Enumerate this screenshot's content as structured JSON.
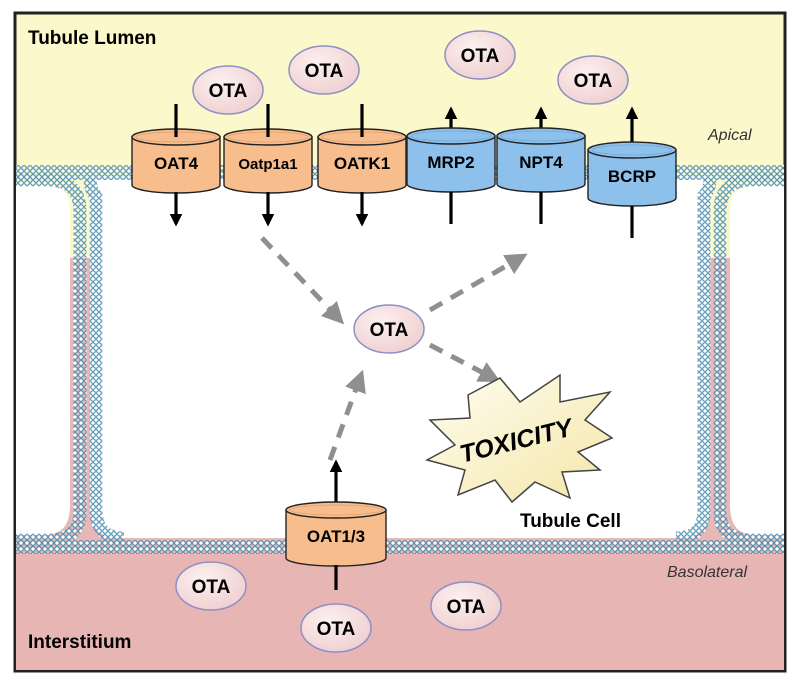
{
  "regions": {
    "lumen_label": "Tubule Lumen",
    "interstitium_label": "Interstitium",
    "cell_label": "Tubule Cell",
    "apical_label": "Apical",
    "basolateral_label": "Basolateral"
  },
  "molecule_label": "OTA",
  "toxicity_label": "TOXICITY",
  "uptake_transporters": [
    {
      "id": "oat4",
      "label": "OAT4"
    },
    {
      "id": "oatp1a1",
      "label": "Oatp1a1"
    },
    {
      "id": "oatk1",
      "label": "OATK1"
    }
  ],
  "efflux_transporters": [
    {
      "id": "mrp2",
      "label": "MRP2"
    },
    {
      "id": "npt4",
      "label": "NPT4"
    },
    {
      "id": "bcrp",
      "label": "BCRP"
    }
  ],
  "basolateral_transporter": {
    "id": "oat13",
    "label": "OAT1/3"
  },
  "colors": {
    "lumen": "#fbf8cc",
    "interstitium": "#e8b5b5",
    "uptake_transporter": "#f7bd8d",
    "efflux_transporter": "#8ec0ec",
    "membrane": "#4a8aa6",
    "ota_bubble": "#f6dcdc",
    "toxicity_burst": "#fbf5c8",
    "arrow_dashed": "#8f8f8f"
  }
}
